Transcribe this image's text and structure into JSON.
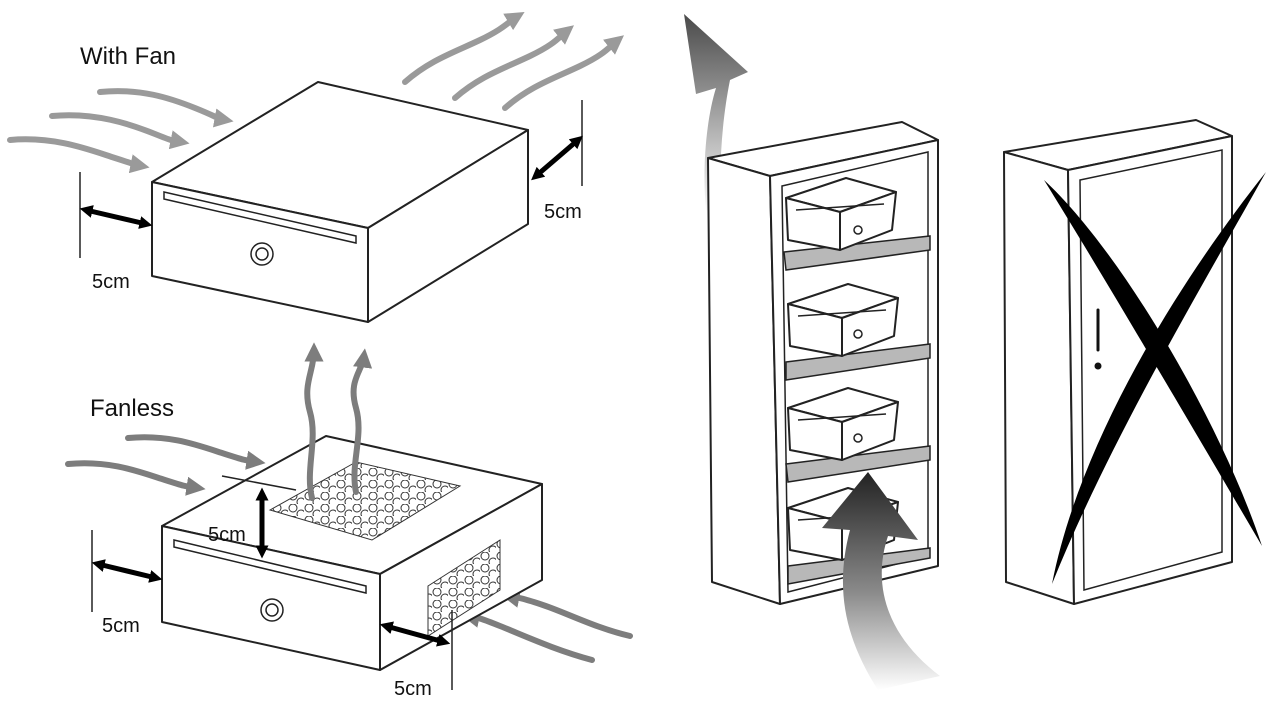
{
  "labels": {
    "with_fan": "With Fan",
    "fanless": "Fanless",
    "dim_fan_left": "5cm",
    "dim_fan_right": "5cm",
    "dim_fanless_top": "5cm",
    "dim_fanless_left": "5cm",
    "dim_fanless_right": "5cm"
  },
  "colors": {
    "airflow_fan": "#9a9a9a",
    "airflow_fanless": "#7d7d7d",
    "hot_air_arrow": "#3a3a3a",
    "shelf": "#b8b8b8",
    "prohibited_x": "#000000"
  },
  "icons": {
    "warning": "exclamation-icon"
  }
}
